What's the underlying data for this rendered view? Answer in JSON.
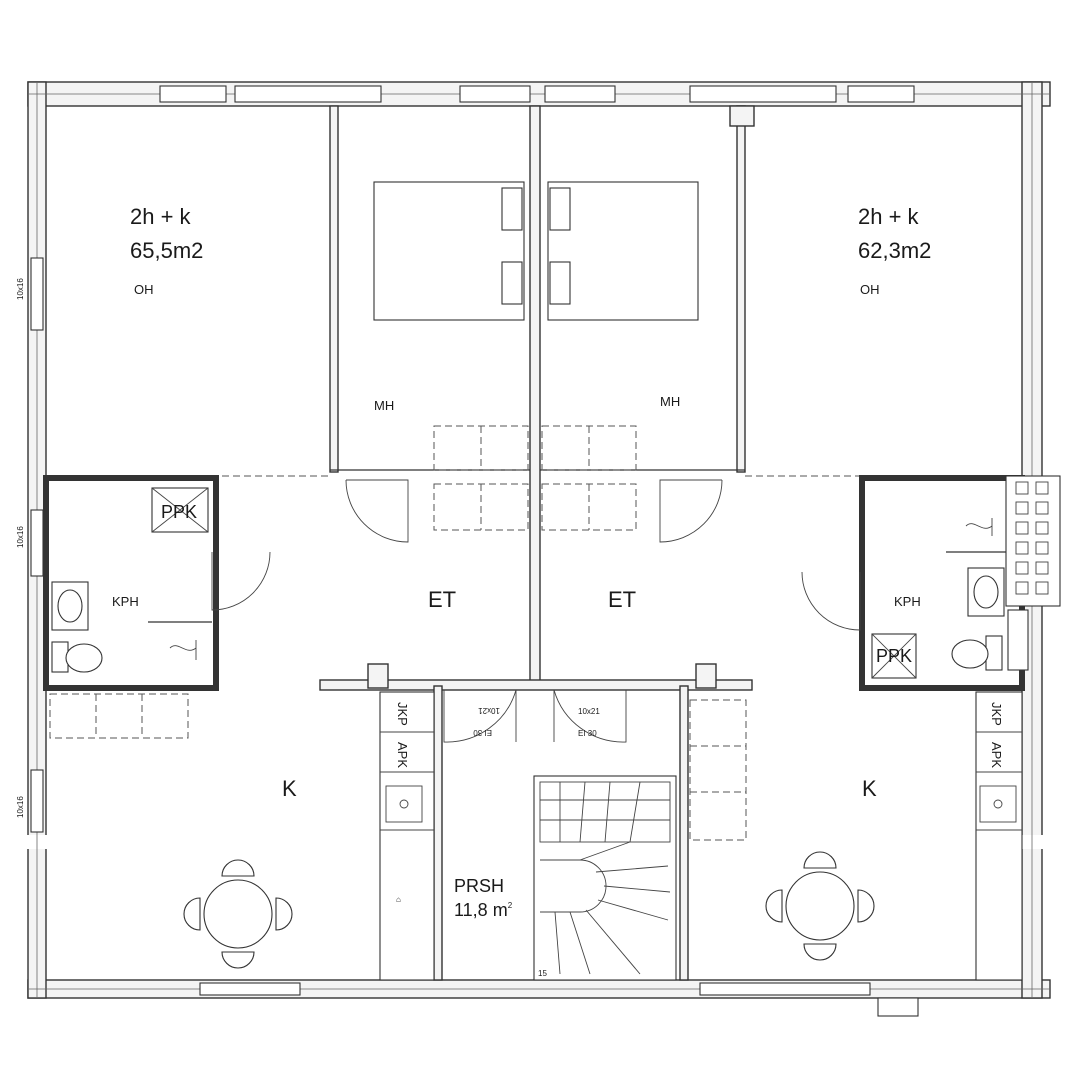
{
  "apartments": [
    {
      "type": "2h + k",
      "area": "65,5m2"
    },
    {
      "type": "2h + k",
      "area": "62,3m2"
    }
  ],
  "rooms": {
    "oh": "OH",
    "mh": "MH",
    "et": "ET",
    "kph": "KPH",
    "k": "K",
    "ppk": "PPK",
    "jkp": "JKP",
    "apk": "APK"
  },
  "stair": {
    "name": "PRSH",
    "area_value": "11,8 m",
    "area_sup": "2",
    "step_count": "15"
  },
  "doors": [
    {
      "size": "10x21",
      "rating": "EI 30"
    },
    {
      "size": "10x21",
      "rating": "EI 30"
    }
  ],
  "window_label": "10x16"
}
